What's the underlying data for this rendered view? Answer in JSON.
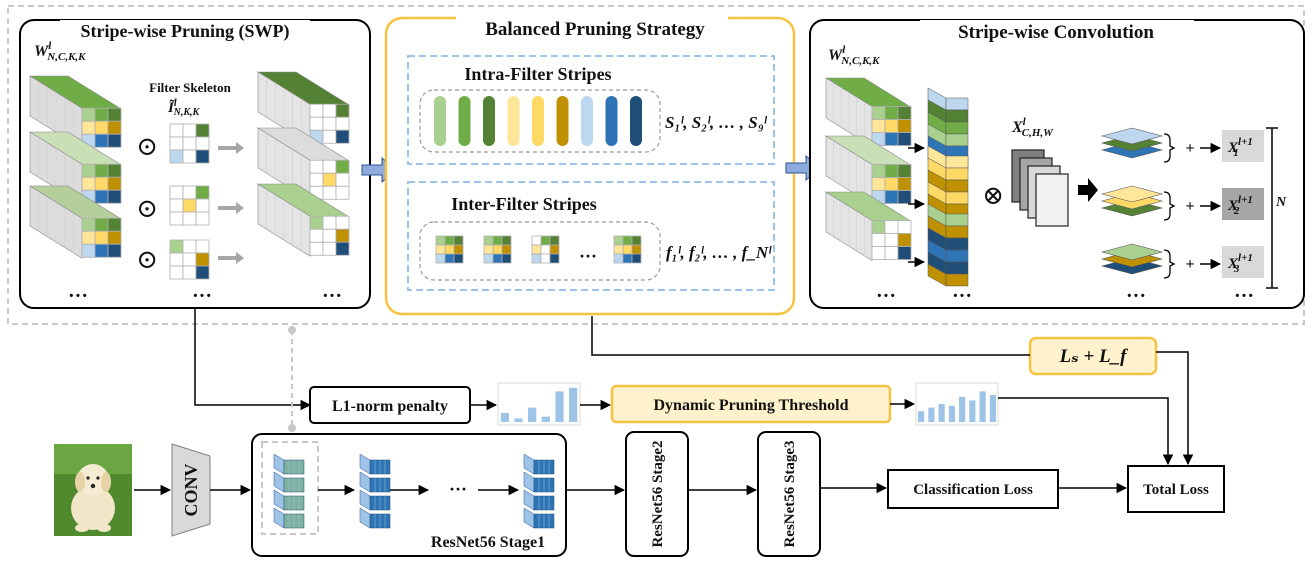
{
  "swp": {
    "title": "Stripe-wise Pruning (SWP)",
    "weight_label": "W",
    "weight_sup": "l",
    "weight_sub": "N,C,K,K",
    "skeleton_label": "Filter Skeleton",
    "skeleton_symbol": "Ĩ",
    "skeleton_sup": "l",
    "skeleton_sub": "N,K,K",
    "odot": "⊙",
    "ellipsis": "···"
  },
  "balanced": {
    "title": "Balanced Pruning Strategy",
    "intra_title": "Intra-Filter Stripes",
    "intra_formula": "S₁ˡ, S₂ˡ, … , S₉ˡ",
    "inter_title": "Inter-Filter Stripes",
    "inter_formula": "f₁ˡ, f₂ˡ, … , f_Nˡ",
    "inter_ellipsis": "···"
  },
  "swc": {
    "title": "Stripe-wise Convolution",
    "weight_label": "W",
    "weight_sup": "l",
    "weight_sub": "N,C,K,K",
    "input_label": "X",
    "input_sup": "l",
    "input_sub": "C,H,W",
    "otimes": "⊗",
    "outputs": [
      {
        "base": "X",
        "sup": "l+1",
        "sub": "1"
      },
      {
        "base": "X",
        "sup": "l+1",
        "sub": "2"
      },
      {
        "base": "X",
        "sup": "l+1",
        "sub": "3"
      }
    ],
    "n_label": "N",
    "plus": "+",
    "ellipsis": "···"
  },
  "loss": {
    "ls_lf": "Lₛ + L_f",
    "l1_penalty": "L1-norm penalty",
    "dynamic_threshold": "Dynamic Pruning Threshold",
    "classification": "Classification Loss",
    "total": "Total Loss"
  },
  "network": {
    "conv": "CONV",
    "stage1": "ResNet56 Stage1",
    "stage2": "ResNet56 Stage2",
    "stage3": "ResNet56 Stage3",
    "ellipsis": "···"
  },
  "histograms": {
    "first": [
      0.25,
      0.1,
      0.4,
      0.15,
      0.85,
      0.95
    ],
    "second": [
      0.3,
      0.4,
      0.5,
      0.45,
      0.7,
      0.6,
      0.85,
      0.75
    ]
  },
  "colors": {
    "green_light": "#a9d08e",
    "green_mid": "#70ad47",
    "green_dark": "#548235",
    "yellow_light": "#ffe699",
    "yellow_mid": "#ffd966",
    "gold": "#bf9000",
    "blue_light": "#bdd7ee",
    "blue_mid": "#2e75b6",
    "blue_dark": "#1f4e79",
    "orange_border": "#f5c242",
    "orange_fill": "#fff2cc",
    "dashed_blue": "#9dc3e6",
    "arrow_fill": "#8faadc",
    "hist_bar": "#9dc3e6"
  }
}
